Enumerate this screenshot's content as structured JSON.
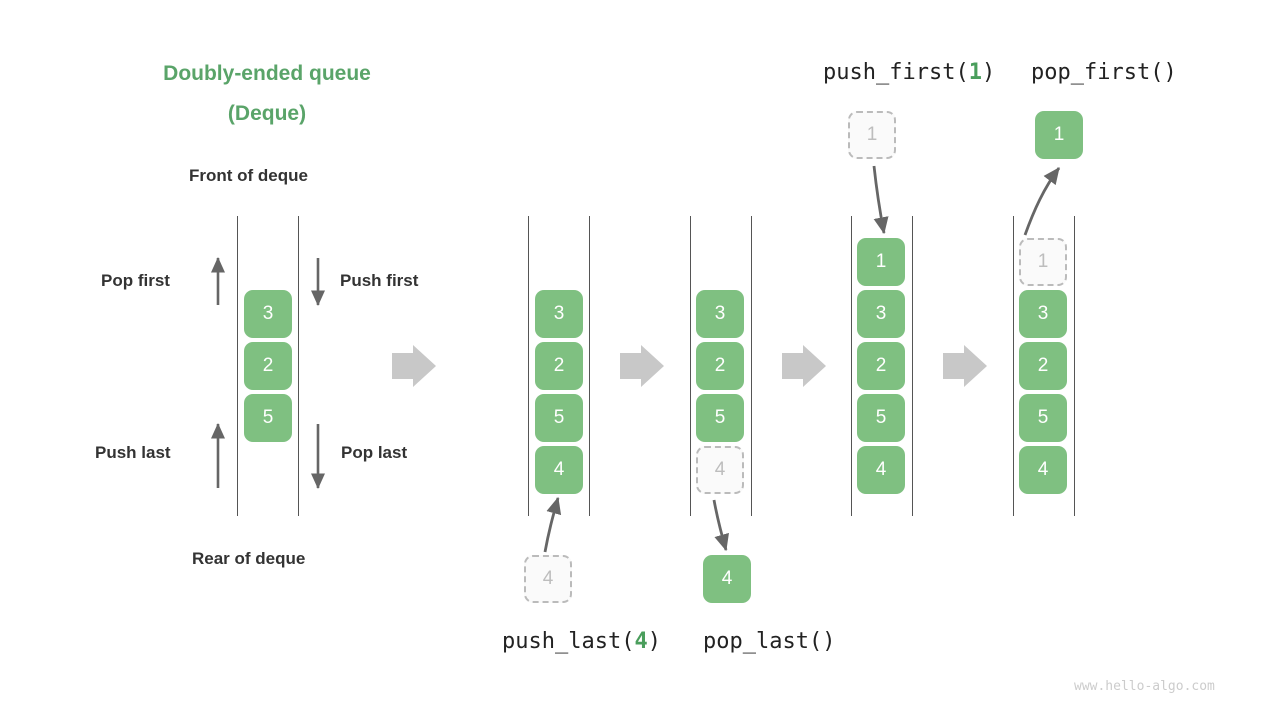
{
  "title": {
    "line1": "Doubly-ended queue",
    "line2": "(Deque)",
    "color": "#5aa469"
  },
  "labels": {
    "front": "Front of deque",
    "rear": "Rear of deque",
    "pop_first": "Pop first",
    "push_first": "Push first",
    "push_last": "Push last",
    "pop_last": "Pop last"
  },
  "operations": {
    "push_last": {
      "name": "push_last(",
      "arg": "4",
      "close": ")"
    },
    "pop_last": {
      "name": "pop_last()"
    },
    "push_first": {
      "name": "push_first(",
      "arg": "1",
      "close": ")"
    },
    "pop_first": {
      "name": "pop_first()"
    }
  },
  "watermark": "www.hello-algo.com",
  "colors": {
    "green": "#7fc081",
    "green_text": "#4a9e5c",
    "ghost_fill": "#fafafa",
    "ghost_border": "#bbbbbb",
    "ghost_text": "#bdbdbd",
    "rail": "#555555",
    "step_arrow": "#c8c8c8",
    "flow_arrow": "#666666",
    "label_text": "#333333"
  },
  "panels": [
    {
      "id": "panel-base",
      "cells": [
        {
          "value": "3",
          "state": "solid"
        },
        {
          "value": "2",
          "state": "solid"
        },
        {
          "value": "5",
          "state": "solid"
        }
      ],
      "floating": []
    },
    {
      "id": "panel-push-last",
      "cells": [
        {
          "value": "3",
          "state": "solid"
        },
        {
          "value": "2",
          "state": "solid"
        },
        {
          "value": "5",
          "state": "solid"
        },
        {
          "value": "4",
          "state": "solid"
        }
      ],
      "floating": [
        {
          "value": "4",
          "state": "ghost",
          "position": "bottom"
        }
      ]
    },
    {
      "id": "panel-pop-last",
      "cells": [
        {
          "value": "3",
          "state": "solid"
        },
        {
          "value": "2",
          "state": "solid"
        },
        {
          "value": "5",
          "state": "solid"
        },
        {
          "value": "4",
          "state": "ghost"
        }
      ],
      "floating": [
        {
          "value": "4",
          "state": "solid",
          "position": "bottom"
        }
      ]
    },
    {
      "id": "panel-push-first",
      "cells": [
        {
          "value": "1",
          "state": "solid"
        },
        {
          "value": "3",
          "state": "solid"
        },
        {
          "value": "2",
          "state": "solid"
        },
        {
          "value": "5",
          "state": "solid"
        },
        {
          "value": "4",
          "state": "solid"
        }
      ],
      "floating": [
        {
          "value": "1",
          "state": "ghost",
          "position": "top"
        }
      ]
    },
    {
      "id": "panel-pop-first",
      "cells": [
        {
          "value": "1",
          "state": "ghost"
        },
        {
          "value": "3",
          "state": "solid"
        },
        {
          "value": "2",
          "state": "solid"
        },
        {
          "value": "5",
          "state": "solid"
        },
        {
          "value": "4",
          "state": "solid"
        }
      ],
      "floating": [
        {
          "value": "1",
          "state": "solid",
          "position": "top"
        }
      ]
    }
  ]
}
